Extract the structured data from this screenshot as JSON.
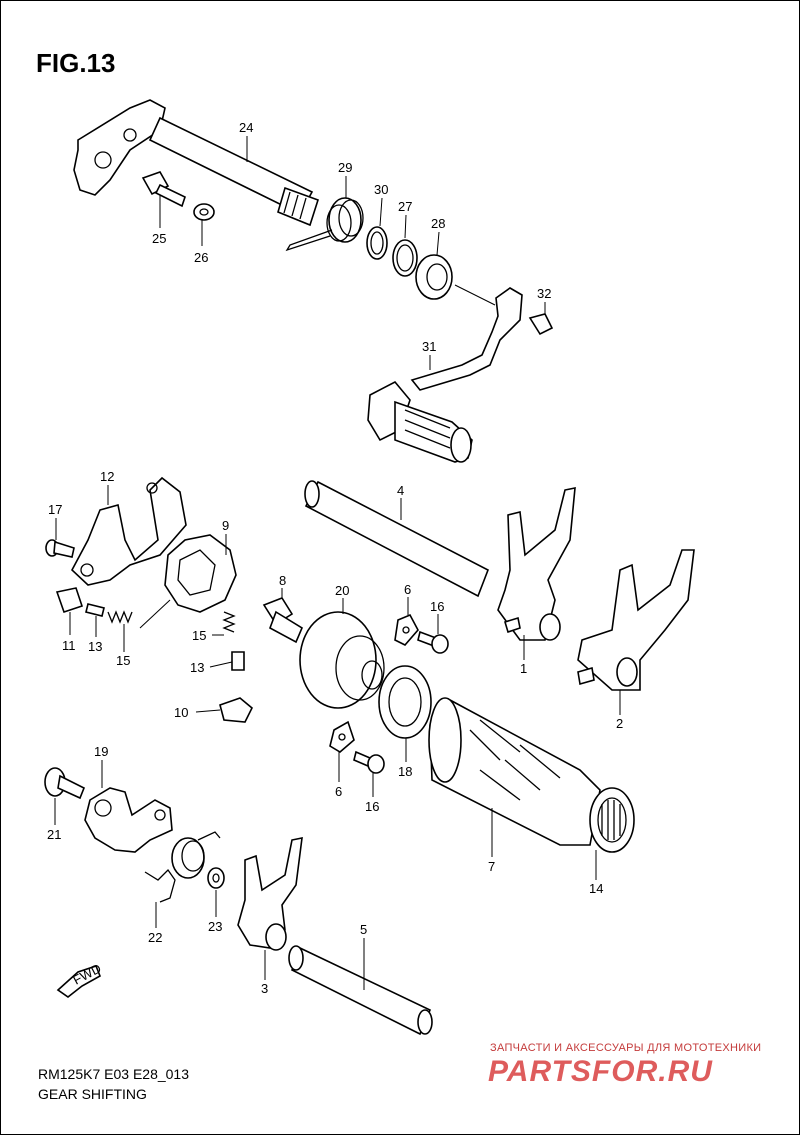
{
  "figure": {
    "title": "FIG.13"
  },
  "callouts": {
    "c1": "1",
    "c2": "2",
    "c3": "3",
    "c4": "4",
    "c5": "5",
    "c6a": "6",
    "c6b": "6",
    "c7": "7",
    "c8": "8",
    "c9": "9",
    "c10": "10",
    "c11": "11",
    "c12": "12",
    "c13a": "13",
    "c13b": "13",
    "c14": "14",
    "c15a": "15",
    "c15b": "15",
    "c16a": "16",
    "c16b": "16",
    "c17": "17",
    "c18": "18",
    "c19": "19",
    "c20": "20",
    "c21": "21",
    "c22": "22",
    "c23": "23",
    "c24": "24",
    "c25": "25",
    "c26": "26",
    "c27": "27",
    "c28": "28",
    "c29": "29",
    "c30": "30",
    "c31": "31",
    "c32": "32"
  },
  "arrow": {
    "label": "FWD"
  },
  "footer": {
    "code": "RM125K7 E03 E28_013",
    "description": "GEAR SHIFTING"
  },
  "watermark": {
    "tagline": "ЗАПЧАСТИ И АКСЕССУАРЫ ДЛЯ МОТОТЕХНИКИ",
    "logo": "PARTSFOR.RU"
  }
}
